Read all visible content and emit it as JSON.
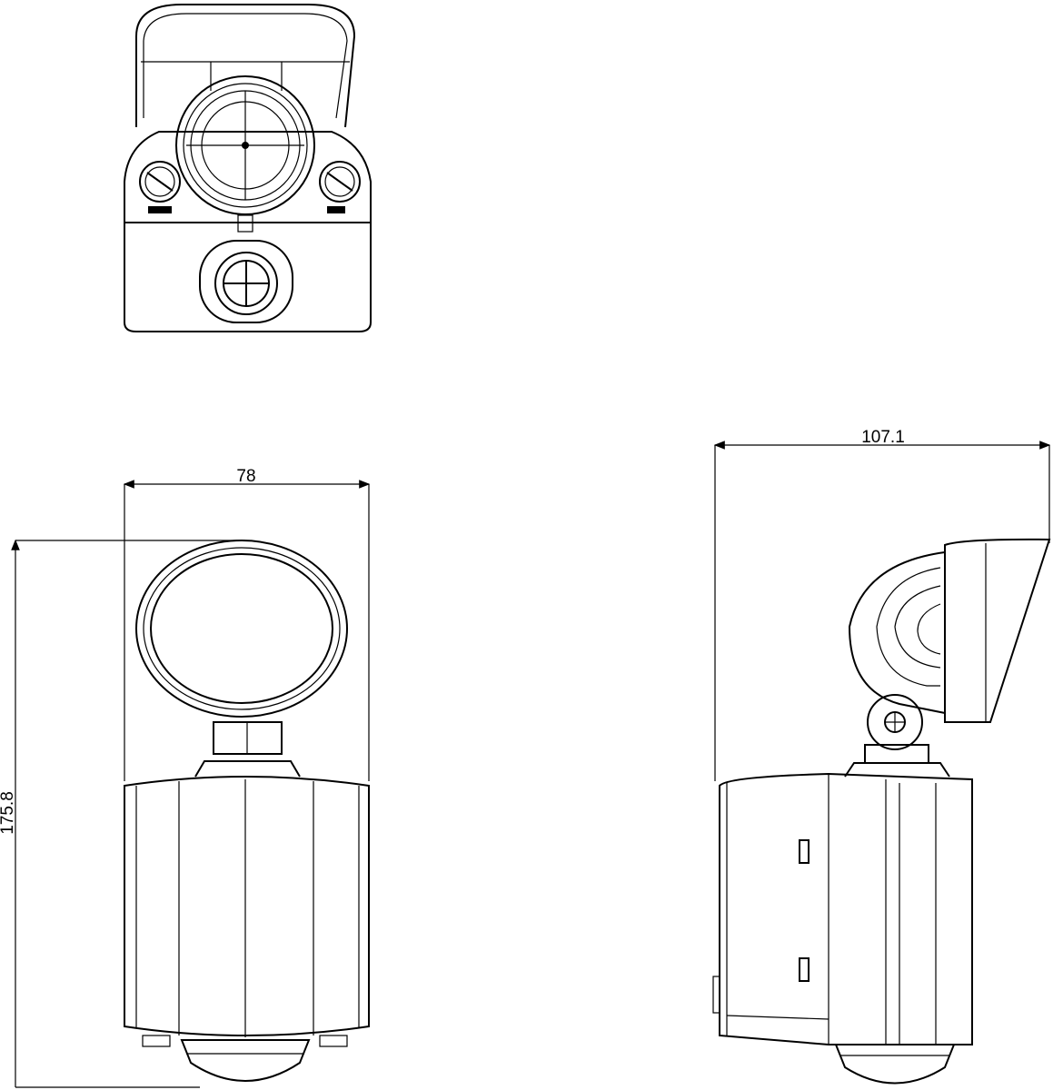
{
  "dimensions": {
    "front_width": "78",
    "front_height": "175.8",
    "side_depth": "107.1"
  },
  "colors": {
    "line": "#000000",
    "background": "#ffffff"
  }
}
